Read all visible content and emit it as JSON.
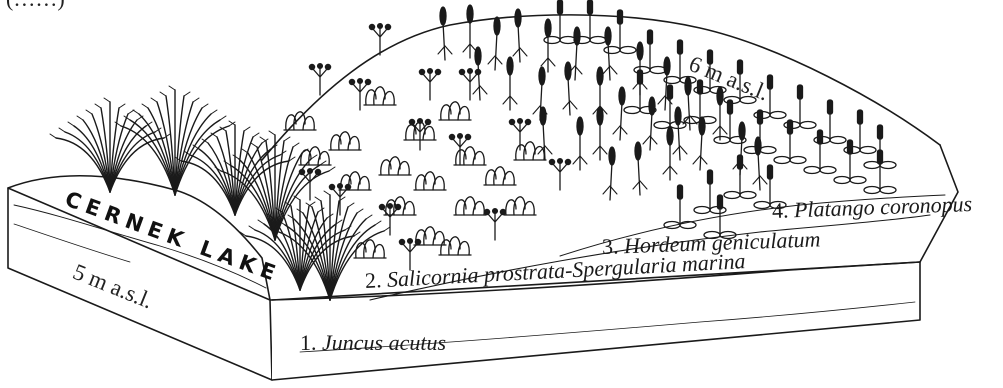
{
  "figure": {
    "partial_top_text": "(……)",
    "lake_label": "CERNEK LAKE",
    "elevation_high": "6 m a.s.l.",
    "elevation_low": "5 m a.s.l.",
    "zones": [
      {
        "number": "1.",
        "species": "Juncus acutus"
      },
      {
        "number": "2.",
        "species": "Salicornia prostrata-Spergularia marina"
      },
      {
        "number": "3.",
        "species": "Hordeum geniculatum"
      },
      {
        "number": "4.",
        "species": "Platango coronopus"
      }
    ],
    "line_color": "#1a1a1a"
  }
}
